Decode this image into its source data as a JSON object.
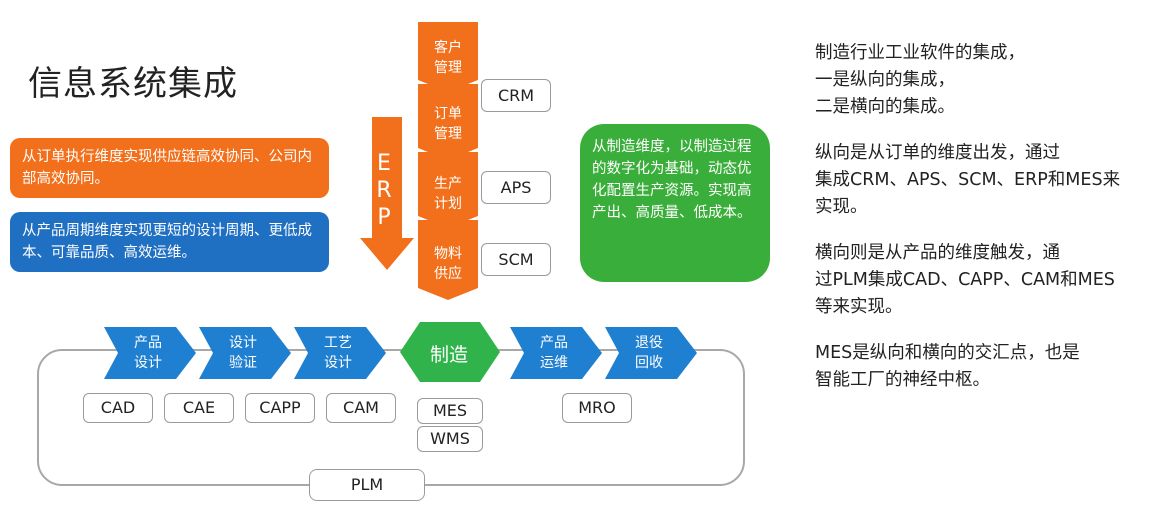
{
  "title": "信息系统集成",
  "erp_arrow": {
    "letters": [
      "E",
      "R",
      "P"
    ]
  },
  "vertical_stack": [
    {
      "line1": "客户",
      "line2": "管理"
    },
    {
      "line1": "订单",
      "line2": "管理"
    },
    {
      "line1": "生产",
      "line2": "计划"
    },
    {
      "line1": "物料",
      "line2": "供应"
    }
  ],
  "vertical_tags": [
    "CRM",
    "APS",
    "SCM"
  ],
  "notes": {
    "orange": "从订单执行维度实现供应链高效协同、公司内部高效协同。",
    "blue": "从产品周期维度实现更短的设计周期、更低成本、可靠品质、高效运维。",
    "green": "从制造维度，以制造过程的数字化为基础，动态优化配置生产资源。实现高产出、高质量、低成本。"
  },
  "chevrons": [
    {
      "line1": "产品",
      "line2": "设计"
    },
    {
      "line1": "设计",
      "line2": "验证"
    },
    {
      "line1": "工艺",
      "line2": "设计"
    },
    {
      "line1": "产品",
      "line2": "运维"
    },
    {
      "line1": "退役",
      "line2": "回收"
    }
  ],
  "center_label": "制造",
  "horizontal_tags": [
    "CAD",
    "CAE",
    "CAPP",
    "CAM",
    "MES",
    "WMS",
    "MRO"
  ],
  "plm_label": "PLM",
  "colors": {
    "orange": "#f2701c",
    "blue": "#1f6fc2",
    "green": "#3aae3a",
    "chevron": "#1f7fd0"
  },
  "side_text": [
    "制造行业工业软件的集成，",
    "一是纵向的集成，",
    "二是横向的集成。",
    "",
    "纵向是从订单的维度出发，通过",
    "集成CRM、APS、SCM、ERP和MES来",
    "实现。",
    "",
    "横向则是从产品的维度触发，通",
    "过PLM集成CAD、CAPP、CAM和MES",
    "等来实现。",
    "",
    "MES是纵向和横向的交汇点，也是",
    "智能工厂的神经中枢。"
  ]
}
